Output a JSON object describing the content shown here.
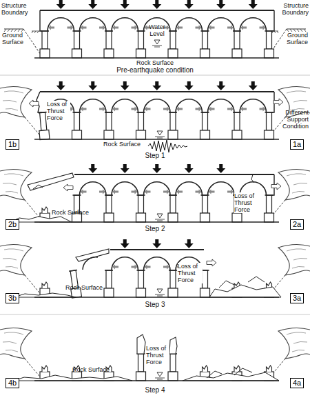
{
  "diagram": {
    "nodes": [
      {
        "text": [
          "1b"
        ]
      },
      {
        "text": [
          "1a"
        ]
      },
      {
        "text": [
          "2b"
        ]
      },
      {
        "text": [
          "2a"
        ]
      },
      {
        "text": [
          "3b"
        ]
      },
      {
        "text": [
          "3a"
        ]
      },
      {
        "text": [
          "4b"
        ]
      },
      {
        "text": [
          "4a"
        ]
      }
    ],
    "labels": [
      "Structure Boundary",
      "Structure Boundary",
      "Water Level",
      "Ground Surface",
      "Ground Surface",
      "Rock Surface",
      "Pre-earthquake condition",
      "Loss of Thrust Force",
      "Different Support Condition",
      "Rock Surface",
      "Step 1",
      "Loss of Thrust Force",
      "Rock Surface",
      "Step 2",
      "Loss of Thrust Force",
      "Rock Surface",
      "Step 3",
      "Loss of Thrust Force",
      "Rock Surface",
      "Step 4"
    ]
  }
}
